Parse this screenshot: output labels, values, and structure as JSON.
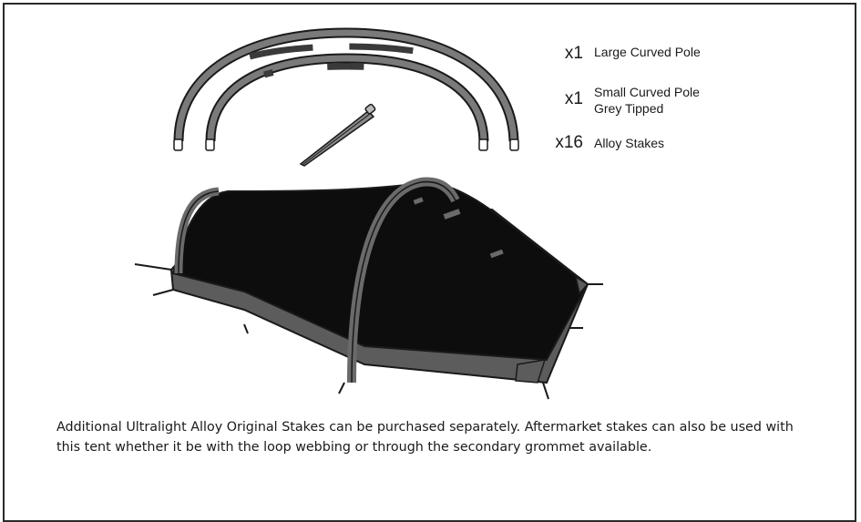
{
  "legend": [
    {
      "qty": "x1",
      "lines": [
        "Large Curved Pole"
      ]
    },
    {
      "qty": "x1",
      "lines": [
        "Small Curved Pole",
        "Grey Tipped"
      ]
    },
    {
      "qty": "x16",
      "lines": [
        "Alloy Stakes"
      ]
    }
  ],
  "note": "Additional Ultralight Alloy Original Stakes can be purchased separately. Aftermarket stakes can also be used with this tent whether it be with the loop webbing or through the secondary grommet available.",
  "colors": {
    "frame": "#2a2a2a",
    "pole_fill": "#707070",
    "pole_dark": "#3a3a3a",
    "tent_body": "#0d0d0d",
    "tent_skirt": "#5c5c5c",
    "outline": "#1a1a1a"
  },
  "icons": [
    "large-curved-pole-icon",
    "small-curved-pole-icon",
    "alloy-stake-icon",
    "tent-illustration"
  ]
}
